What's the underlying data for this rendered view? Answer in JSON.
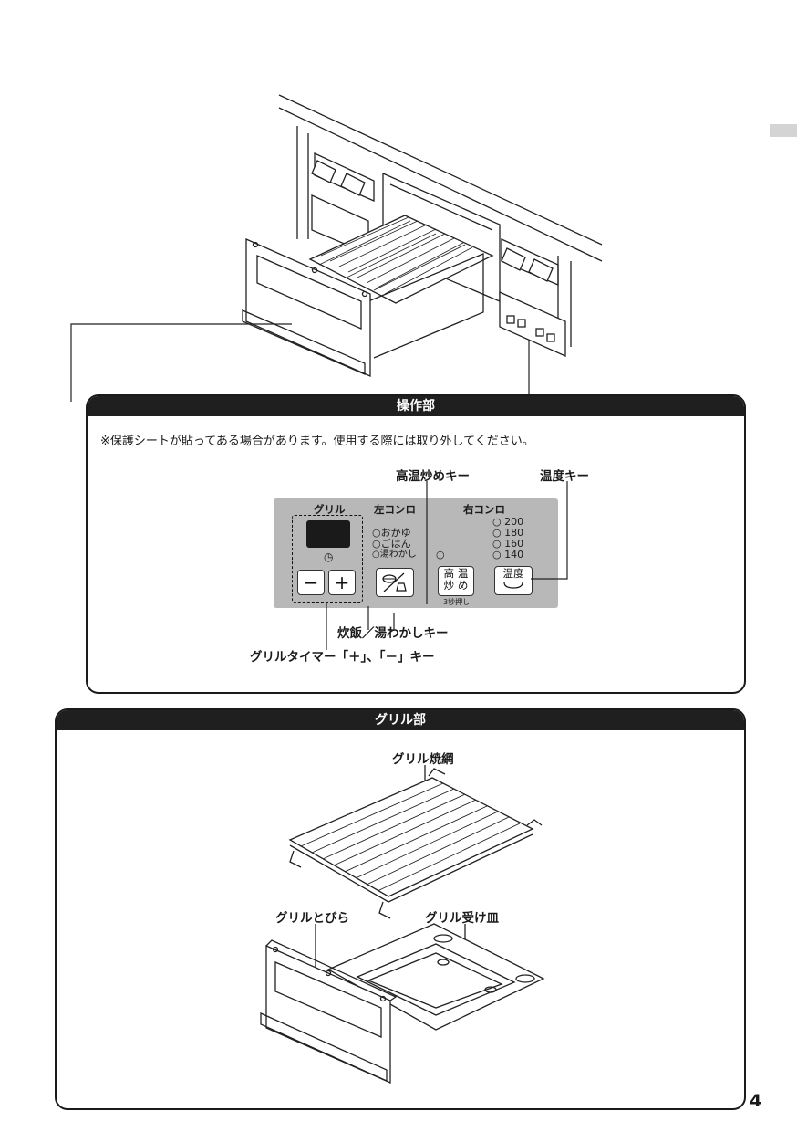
{
  "page_number": "4",
  "operation_section": {
    "title": "操作部",
    "note": "※保護シートが貼ってある場合があります。使用する際には取り外してください。",
    "callouts": {
      "high_temp_fry_key": "高温炒めキー",
      "temperature_key": "温度キー",
      "rice_boil_key": "炊飯／湯わかしキー",
      "grill_timer_keys": "グリルタイマー「＋」、「－」キー"
    },
    "panel": {
      "grill_label": "グリル",
      "left_burner_label": "左コンロ",
      "right_burner_label": "右コンロ",
      "left_options": [
        "○おかゆ",
        "○ごはん",
        "○湯わかし"
      ],
      "temperatures": [
        "○ 200",
        "○ 180",
        "○ 160",
        "○ 140"
      ],
      "indicator": "○",
      "timer_symbol": "◷",
      "minus_key": "−",
      "plus_key": "+",
      "high_temp_key_line1": "高 温",
      "high_temp_key_line2": "炒 め",
      "press_note": "3秒押し",
      "temperature_key_label": "温度"
    }
  },
  "grill_section": {
    "title": "グリル部",
    "callouts": {
      "grill_rack": "グリル焼網",
      "grill_door": "グリルとびら",
      "grill_pan": "グリル受け皿"
    }
  }
}
